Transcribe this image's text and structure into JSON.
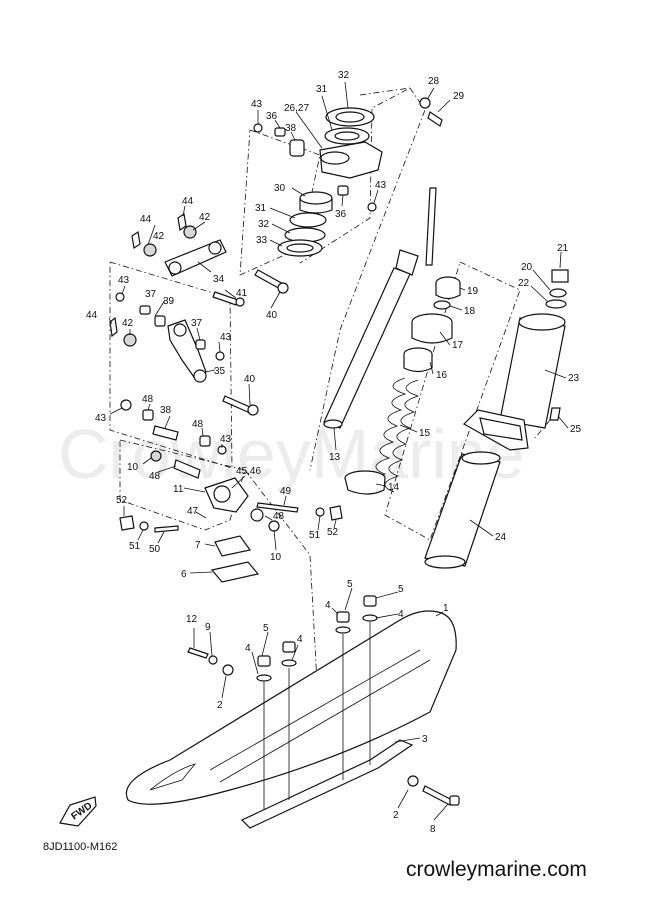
{
  "diagram_code": "8JD1100-M162",
  "site_url": "crowleymarine.com",
  "watermark": "CrowleyMarine",
  "fwd_label": "FWD",
  "callouts": [
    {
      "id": "c32",
      "label": "32"
    },
    {
      "id": "c31a",
      "label": "31"
    },
    {
      "id": "c2627",
      "label": "26,27"
    },
    {
      "id": "c43a",
      "label": "43"
    },
    {
      "id": "c36a",
      "label": "36"
    },
    {
      "id": "c38a",
      "label": "38"
    },
    {
      "id": "c28",
      "label": "28"
    },
    {
      "id": "c29",
      "label": "29"
    },
    {
      "id": "c30",
      "label": "30"
    },
    {
      "id": "c31b",
      "label": "31"
    },
    {
      "id": "c32b",
      "label": "32"
    },
    {
      "id": "c33",
      "label": "33"
    },
    {
      "id": "c36b",
      "label": "36"
    },
    {
      "id": "c43b",
      "label": "43"
    },
    {
      "id": "c44a",
      "label": "44"
    },
    {
      "id": "c42a",
      "label": "42"
    },
    {
      "id": "c44b",
      "label": "44"
    },
    {
      "id": "c42b",
      "label": "42"
    },
    {
      "id": "c34",
      "label": "34"
    },
    {
      "id": "c43c",
      "label": "43"
    },
    {
      "id": "c37a",
      "label": "37"
    },
    {
      "id": "c39",
      "label": "39"
    },
    {
      "id": "c41",
      "label": "41"
    },
    {
      "id": "c40a",
      "label": "40"
    },
    {
      "id": "c44c",
      "label": "44"
    },
    {
      "id": "c42c",
      "label": "42"
    },
    {
      "id": "c37b",
      "label": "37"
    },
    {
      "id": "c43d",
      "label": "43"
    },
    {
      "id": "c35",
      "label": "35"
    },
    {
      "id": "c40b",
      "label": "40"
    },
    {
      "id": "c43e",
      "label": "43"
    },
    {
      "id": "c48a",
      "label": "48"
    },
    {
      "id": "c38b",
      "label": "38"
    },
    {
      "id": "c48b",
      "label": "48"
    },
    {
      "id": "c43f",
      "label": "43"
    },
    {
      "id": "c10a",
      "label": "10"
    },
    {
      "id": "c48c",
      "label": "48"
    },
    {
      "id": "c4546",
      "label": "45,46"
    },
    {
      "id": "c11",
      "label": "11"
    },
    {
      "id": "c49",
      "label": "49"
    },
    {
      "id": "c52a",
      "label": "52"
    },
    {
      "id": "c47",
      "label": "47"
    },
    {
      "id": "c48d",
      "label": "48"
    },
    {
      "id": "c51a",
      "label": "51"
    },
    {
      "id": "c52b",
      "label": "52"
    },
    {
      "id": "c51b",
      "label": "51"
    },
    {
      "id": "c50",
      "label": "50"
    },
    {
      "id": "c7",
      "label": "7"
    },
    {
      "id": "c10b",
      "label": "10"
    },
    {
      "id": "c6",
      "label": "6"
    },
    {
      "id": "c13",
      "label": "13"
    },
    {
      "id": "c21",
      "label": "21"
    },
    {
      "id": "c20",
      "label": "20"
    },
    {
      "id": "c22",
      "label": "22"
    },
    {
      "id": "c19",
      "label": "19"
    },
    {
      "id": "c18",
      "label": "18"
    },
    {
      "id": "c17",
      "label": "17"
    },
    {
      "id": "c16",
      "label": "16"
    },
    {
      "id": "c23",
      "label": "23"
    },
    {
      "id": "c15",
      "label": "15"
    },
    {
      "id": "c25",
      "label": "25"
    },
    {
      "id": "c14",
      "label": "14"
    },
    {
      "id": "c24",
      "label": "24"
    },
    {
      "id": "c1",
      "label": "1"
    },
    {
      "id": "c5a",
      "label": "5"
    },
    {
      "id": "c5b",
      "label": "5"
    },
    {
      "id": "c4a",
      "label": "4"
    },
    {
      "id": "c4b",
      "label": "4"
    },
    {
      "id": "c12",
      "label": "12"
    },
    {
      "id": "c9",
      "label": "9"
    },
    {
      "id": "c5c",
      "label": "5"
    },
    {
      "id": "c4c",
      "label": "4"
    },
    {
      "id": "c4d",
      "label": "4"
    },
    {
      "id": "c2a",
      "label": "2"
    },
    {
      "id": "c3",
      "label": "3"
    },
    {
      "id": "c2b",
      "label": "2"
    },
    {
      "id": "c8",
      "label": "8"
    }
  ]
}
